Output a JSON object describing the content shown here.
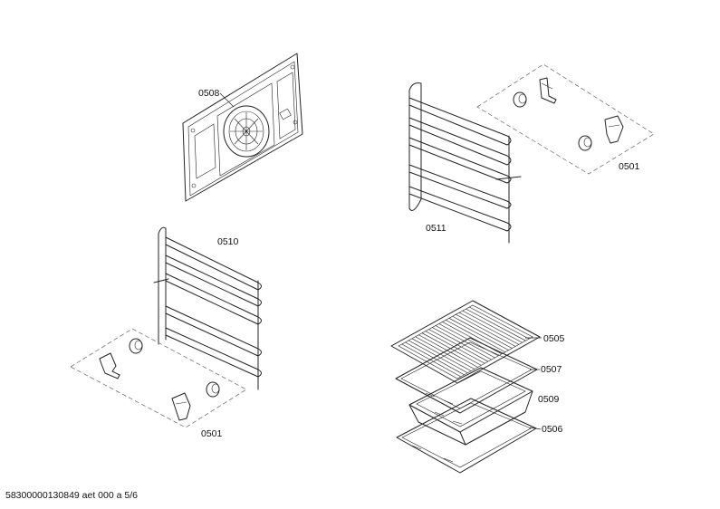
{
  "parts": {
    "back_panel": "0508",
    "rail_right": "0511",
    "rail_left": "0510",
    "clips_right": "0501",
    "clips_left": "0501",
    "wire_rack": "0505",
    "baking_tray": "0507",
    "deep_pan": "0509",
    "flat_tray": "0506"
  },
  "footer": {
    "doc_code": "58300000130849 aet 000 a 5/6"
  }
}
